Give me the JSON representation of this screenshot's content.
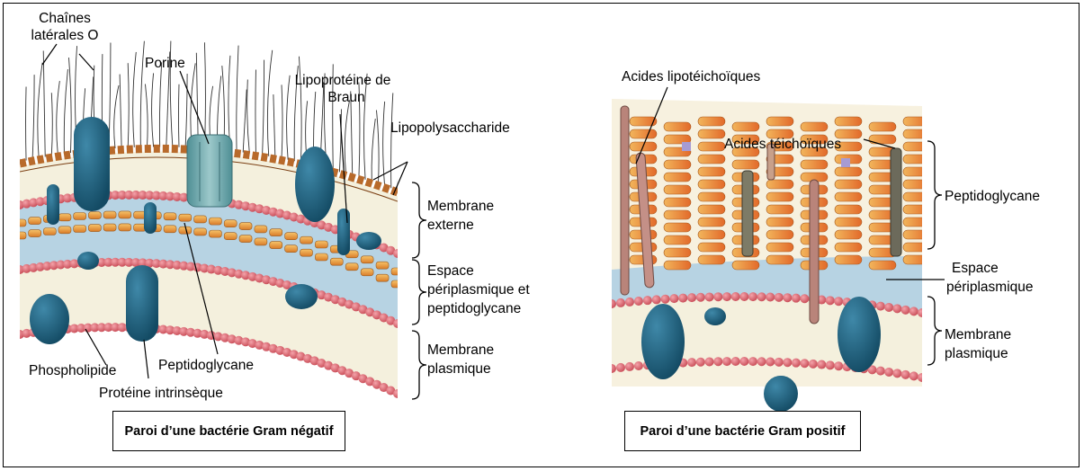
{
  "gram_negative": {
    "caption": "Paroi d’une bactérie Gram négatif",
    "labels": {
      "o_chains_1": "Chaînes",
      "o_chains_2": "latérales O",
      "porin": "Porine",
      "braun_1": "Lipoprotéine de",
      "braun_2": "Braun",
      "lps": "Lipopolysaccharide",
      "outer_membrane_1": "Membrane",
      "outer_membrane_2": "externe",
      "periplasm_1": "Espace",
      "periplasm_2": "périplasmique et",
      "periplasm_3": "peptidoglycane",
      "plasma_membrane_1": "Membrane",
      "plasma_membrane_2": "plasmique",
      "phospholipid": "Phospholipide",
      "peptidoglycan": "Peptidoglycane",
      "integral_protein": "Protéine intrinsèque"
    }
  },
  "gram_positive": {
    "caption": "Paroi d’une bactérie Gram positif",
    "labels": {
      "lipoteichoic": "Acides lipotéichoïques",
      "teichoic": "Acides téichoïques",
      "peptidoglycan": "Peptidoglycane",
      "periplasm_1": "Espace",
      "periplasm_2": "périplasmique",
      "plasma_membrane_1": "Membrane",
      "plasma_membrane_2": "plasmique"
    }
  },
  "colors": {
    "protein": "#1e5f7e",
    "porin": "#6fa9ad",
    "periplasm": "#b7d3e3",
    "phospholipid_head": "#e0737d",
    "peptidoglycan": "#e8a04a",
    "lps_band": "#b86a2b"
  }
}
